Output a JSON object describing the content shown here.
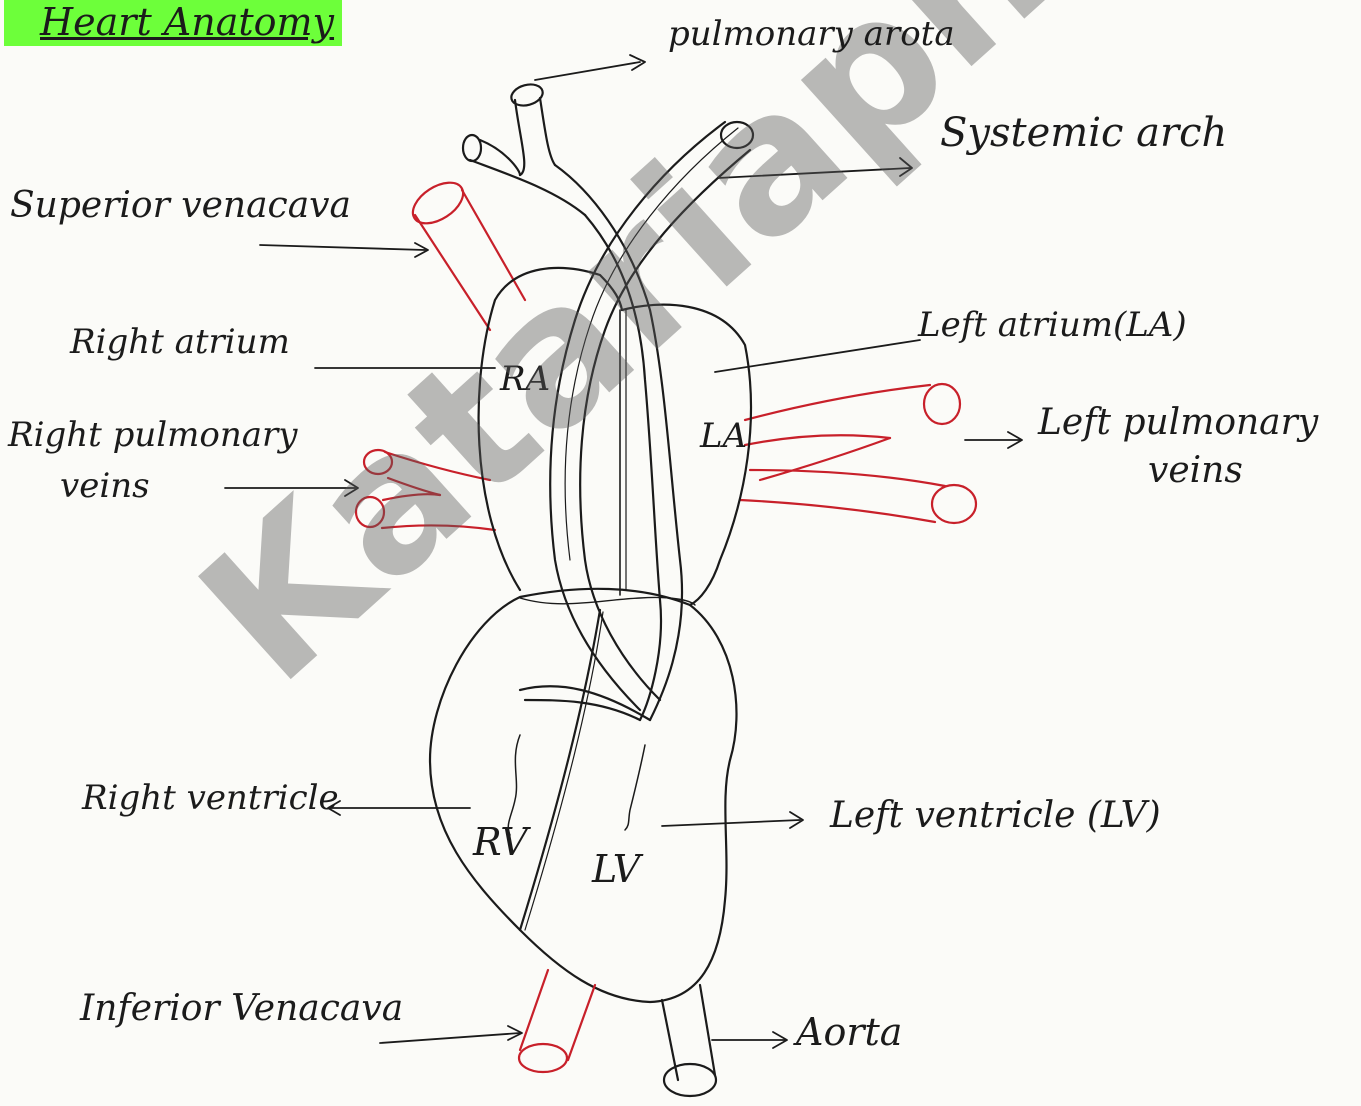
{
  "title": "Heart Anatomy",
  "watermark": "Katariapharmacy",
  "labels": {
    "pulmonary_aorta": "pulmonary arota",
    "systemic_arch": "Systemic arch",
    "superior_vena_cava": "Superior venacava",
    "right_atrium": "Right atrium",
    "left_atrium": "Left atrium(LA)",
    "right_pulmonary_veins_1": "Right pulmonary",
    "right_pulmonary_veins_2": "veins",
    "left_pulmonary_veins_1": "Left pulmonary",
    "left_pulmonary_veins_2": "veins",
    "right_ventricle": "Right ventricle",
    "left_ventricle": "Left ventricle (LV)",
    "inferior_vena_cava": "Inferior Venacava",
    "aorta": "Aorta"
  },
  "chamber_marks": {
    "ra": "RA",
    "la": "LA",
    "rv": "RV",
    "lv": "LV"
  },
  "colors": {
    "ink": "#1b1b1b",
    "vessel_red": "#c8202a",
    "highlight": "#6dff3a"
  }
}
